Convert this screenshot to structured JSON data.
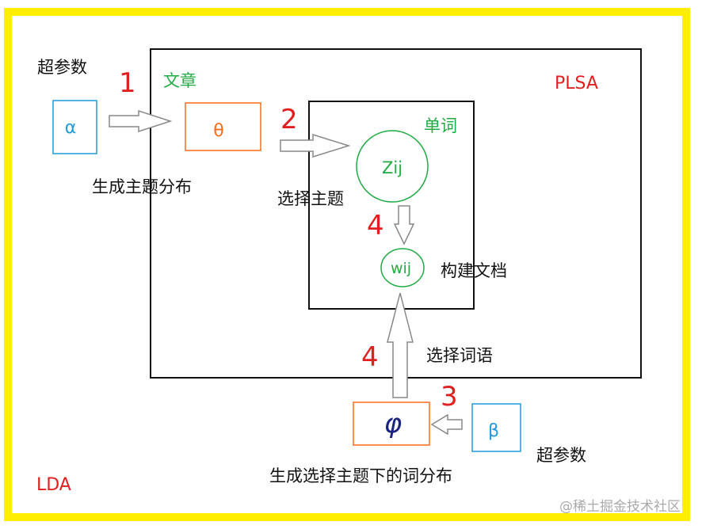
{
  "labels": {
    "hyperparam_top": "超参数",
    "hyperparam_bottom": "超参数",
    "gen_topic_dist": "生成主题分布",
    "select_topic": "选择主题",
    "build_doc": "构建文档",
    "select_word": "选择词语",
    "gen_word_dist": "生成选择主题下的词分布",
    "article": "文章",
    "word": "单词",
    "plsa": "PLSA",
    "lda": "LDA"
  },
  "steps": {
    "step1": "1",
    "step2": "2",
    "step3": "3",
    "step4_upper": "4",
    "step4_lower": "4"
  },
  "nodes": {
    "alpha": "α",
    "theta": "θ",
    "zij": "Zij",
    "wij": "wij",
    "phi": "φ",
    "beta": "β"
  },
  "watermark": "@稀土掘金技术社区",
  "colors": {
    "outer_border": "#ffee00",
    "step_numbers": "#e02020",
    "green_text": "#22aa44",
    "blue_boxes": "#2299dd",
    "orange_boxes": "#ff6a1a",
    "frame_lines": "#000000"
  }
}
